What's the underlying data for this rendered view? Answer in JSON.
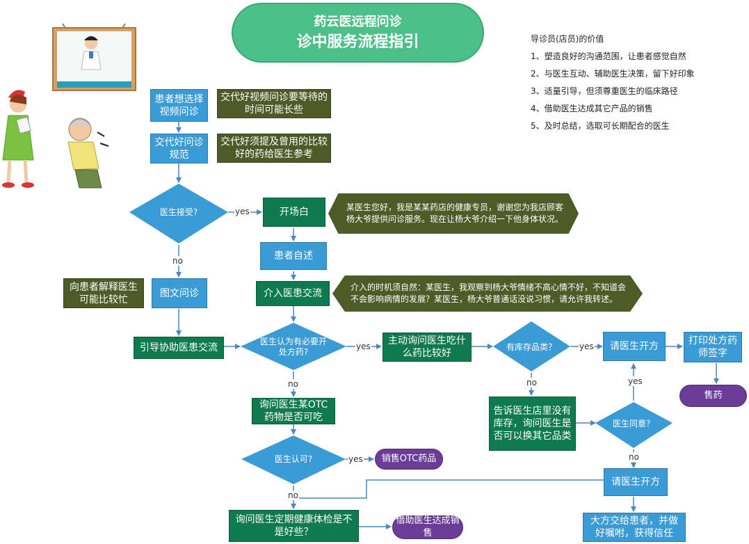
{
  "title": {
    "line1": "药云医远程问诊",
    "line2": "诊中服务流程指引"
  },
  "notes": {
    "heading": "导诊员(店员)的价值",
    "items": [
      "1、塑造良好的沟通范围，让患者感觉自然",
      "2、与医生互动、辅助医生决策，留下好印象",
      "3、适量引导，但须尊重医生的临床路径",
      "4、借助医生达成其它产品的销售",
      "5、及时总结，选取可长期配合的医生"
    ]
  },
  "nodes": {
    "patient_choose": "患者想选择视频问诊",
    "explain_wait": "交代好视频问诊要等待的时间可能长些",
    "explain_rules": "交代好问诊规范",
    "explain_drugs": "交代好须提及曾用的比较好的药给医生参考",
    "doctor_accept": "医生接受?",
    "opening": "开场白",
    "opening_script": "某医生您好，我是某某药店的健康专员，谢谢您为我店顾客杨大爷提供问诊服务。现在让杨大爷介绍一下他身体状况。",
    "patient_self": "患者自述",
    "intervene": "介入医患交流",
    "intervene_script": "介入的时机须自然：某医生，我观察到杨大爷情绪不高心情不好，不知道会不会影响病情的发展？某医生，杨大爷普通话没说习惯，请允许我转述。",
    "explain_busy": "向患者解释医生可能比较忙",
    "text_consult": "图文问诊",
    "guide_comm": "引导协助医患交流",
    "need_rx": "医生认为有必要开处方药?",
    "ask_doctor": "主动询问医生吃什么药比较好",
    "in_stock": "有库存品类？",
    "prescribe1": "请医生开方",
    "print_rx": "打印处方药师签字",
    "sell": "售药",
    "ask_otc": "询问医生某OTC药物是否可吃",
    "tell_no_stock": "告诉医生店里没有库存，询问医生是否可以换其它品类",
    "doctor_agree": "医生同意？",
    "doctor_approve": "医生认可?",
    "sell_otc": "销售OTC药品",
    "prescribe2": "请医生开方",
    "ask_checkup": "询问医生定期健康体检是不是好些？",
    "help_sell": "借助医生达成销售",
    "hand_over": "大方交给患者，并做好嘱咐，获得信任"
  },
  "edge_labels": {
    "yes_accept": "yes",
    "no_accept": "no",
    "yes_rx": "yes",
    "no_rx": "no",
    "yes_stock": "yes",
    "no_stock": "no",
    "yes_agree": "yes",
    "no_agree": "no",
    "yes_approve": "yes",
    "no_approve": "no"
  },
  "colors": {
    "blue": "#3a9bd5",
    "green": "#0f7a4e",
    "olive": "#4e5b27",
    "purple": "#6b3d99",
    "title": "#4dbf88"
  }
}
